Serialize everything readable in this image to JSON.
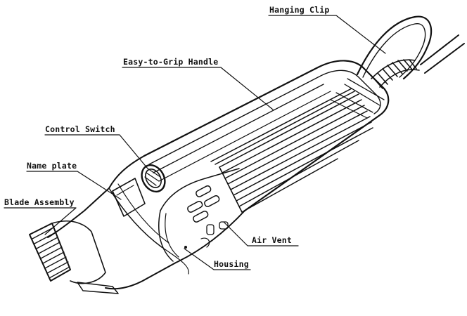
{
  "labels": {
    "hanging_clip": "Hanging Clip",
    "easy_grip_handle": "Easy-to-Grip Handle",
    "control_switch": "Control Switch",
    "name_plate": "Name plate",
    "blade_assembly": "Blade Assembly",
    "air_vent": "Air Vent",
    "housing": "Housing"
  },
  "colors": {
    "ink": "#111111",
    "background": "#ffffff"
  }
}
